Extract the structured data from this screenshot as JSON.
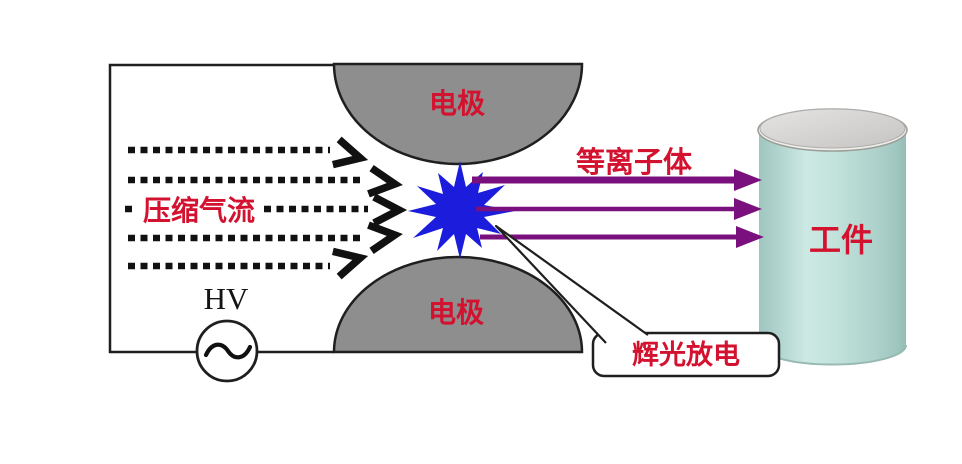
{
  "diagram": {
    "description": "atmospheric-plasma-glow-discharge-schematic",
    "labels": {
      "electrode_top": "电极",
      "electrode_bottom": "电极",
      "compressed_airflow": "压缩气流",
      "plasma": "等离子体",
      "workpiece": "工件",
      "glow_discharge": "辉光放电",
      "hv_source": "HV",
      "ac_symbol": "~"
    },
    "colors": {
      "label_red": "#d31230",
      "electrode_gray": "#8e8e8e",
      "spark_blue": "#1c1cdc",
      "plasma_arrow_purple": "#7a107e",
      "workpiece_body_teal": "#b6dbd4",
      "workpiece_top_gray": "#d4d2d0",
      "line_black": "#1f1f1f",
      "background": "#ffffff"
    }
  }
}
